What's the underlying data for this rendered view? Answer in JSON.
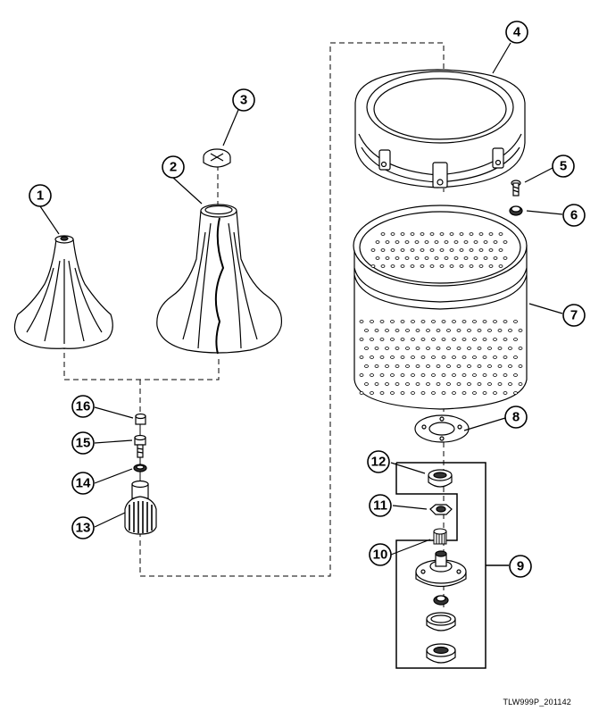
{
  "diagram": {
    "reference_code": "TLW999P_201142",
    "callouts": [
      {
        "number": "1",
        "part": "agitator"
      },
      {
        "number": "2",
        "part": "agitator"
      },
      {
        "number": "3",
        "part": "agitator-cap"
      },
      {
        "number": "4",
        "part": "balance-ring"
      },
      {
        "number": "5",
        "part": "screw"
      },
      {
        "number": "6",
        "part": "washer"
      },
      {
        "number": "7",
        "part": "spin-basket"
      },
      {
        "number": "8",
        "part": "hub-plate"
      },
      {
        "number": "9",
        "part": "hub-assembly-kit"
      },
      {
        "number": "10",
        "part": "spline"
      },
      {
        "number": "11",
        "part": "nut"
      },
      {
        "number": "12",
        "part": "seal"
      },
      {
        "number": "13",
        "part": "agitator-drive"
      },
      {
        "number": "14",
        "part": "washer"
      },
      {
        "number": "15",
        "part": "bolt"
      },
      {
        "number": "16",
        "part": "nut"
      }
    ]
  },
  "colors": {
    "line": "#000000",
    "fill": "#ffffff",
    "shade": "#d9d9d9",
    "dark": "#333333"
  }
}
